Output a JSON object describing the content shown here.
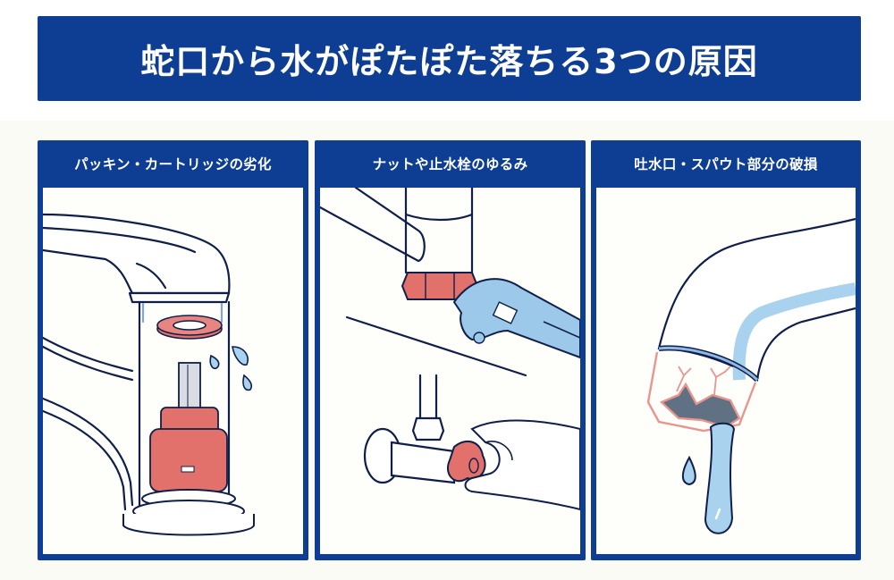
{
  "banner": {
    "title": "蛇口から水がぽたぽた落ちる3つの原因"
  },
  "colors": {
    "navy": "#0e3e93",
    "outline": "#0f1f4a",
    "red_part": "#e2716c",
    "water_blue": "#a8d2ee",
    "wrench_blue": "#9cc9ea",
    "background": "#fbfbf6"
  },
  "panels": [
    {
      "label": "パッキン・カートリッジの劣化",
      "illustration": "faucet-with-packing-ring-and-cartridge-icon"
    },
    {
      "label": "ナットや止水栓のゆるみ",
      "illustration": "wrench-on-nut-and-hand-on-stop-valve-icon"
    },
    {
      "label": "吐水口・スパウト部分の破損",
      "illustration": "cracked-spout-dripping-water-icon"
    }
  ]
}
